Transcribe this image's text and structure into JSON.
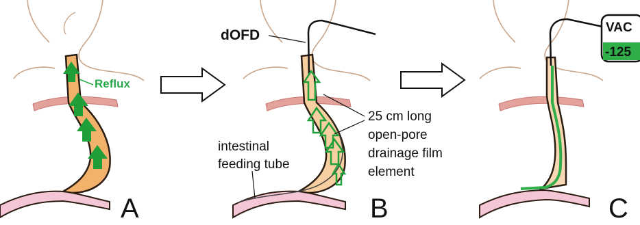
{
  "panels": {
    "a": {
      "letter": "A",
      "reflux_label": "Reflux"
    },
    "b": {
      "letter": "B",
      "dofd_label": "dOFD",
      "film_label_lines": [
        "25 cm long",
        "open-pore",
        "drainage film",
        "element"
      ],
      "tube_label_lines": [
        "intestinal",
        "feeding tube"
      ]
    },
    "c": {
      "letter": "C",
      "vac_label": "VAC",
      "vac_value": "-125"
    }
  },
  "colors": {
    "arrow_green": "#1f9e3a",
    "reflux_text": "#2aa84a",
    "stomach_fill": "#f2b26b",
    "skin_line": "#c9a58a",
    "diaphragm": "#d98b86",
    "intestine": "#f5c6d6",
    "vac_bar": "#2fae4a"
  }
}
